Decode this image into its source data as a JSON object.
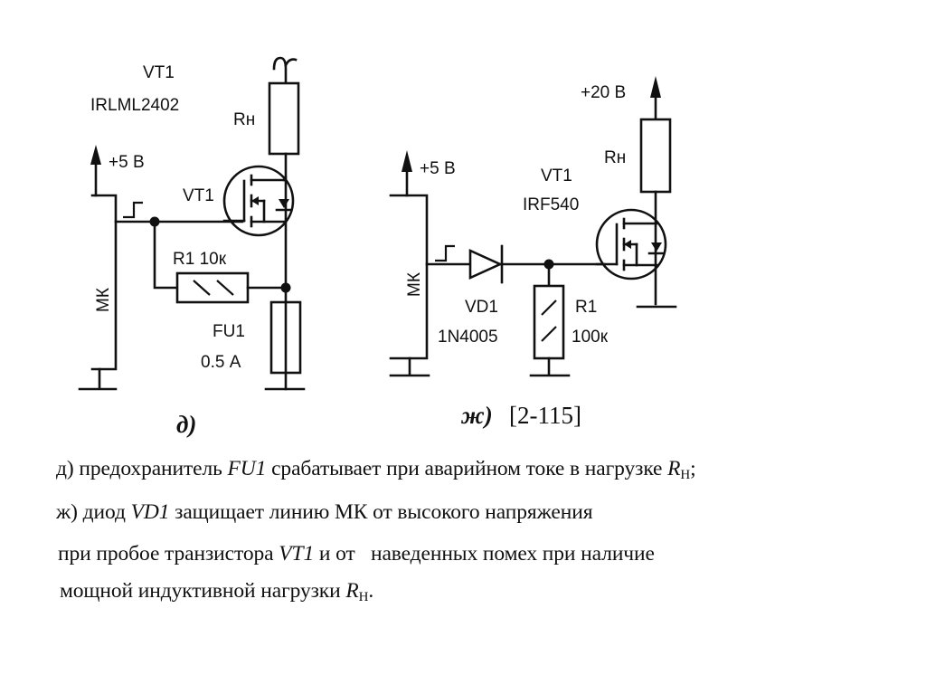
{
  "diagram_d": {
    "transistor_label_top": "VT1",
    "transistor_part": "IRLML2402",
    "load_label": "Rн",
    "supply_label": "+5 В",
    "transistor_label": "VT1",
    "resistor_label": "R1 10к",
    "fuse_label": "FU1",
    "fuse_rating": "0.5 А",
    "mcu_label": "МК",
    "caption": "д)"
  },
  "diagram_zh": {
    "supply_high_label": "+20 В",
    "load_label": "Rн",
    "supply_label": "+5 В",
    "transistor_label": "VT1",
    "transistor_part": "IRF540",
    "mcu_label": "МК",
    "diode_label": "VD1",
    "diode_part": "1N4005",
    "resistor_label": "R1",
    "resistor_value": "100к",
    "caption": "ж)",
    "reference": "[2-115]"
  },
  "description": {
    "line1": {
      "prefix": "д) предохранитель ",
      "em": "FU1",
      "middle": " срабатывает при аварийном токе в нагрузке ",
      "var": "R",
      "sub": "Н",
      "suffix": ";"
    },
    "line2": {
      "prefix": "ж) диод ",
      "em": "VD1",
      "suffix": " защищает линию МК от высокого напряжения"
    },
    "line3": {
      "prefix": "при пробое транзистора ",
      "em": "VT1",
      "suffix": " и от   наведенных помех при наличие"
    },
    "line4": {
      "prefix": "мощной индуктивной нагрузки ",
      "var": "R",
      "sub": "Н",
      "suffix": "."
    }
  }
}
